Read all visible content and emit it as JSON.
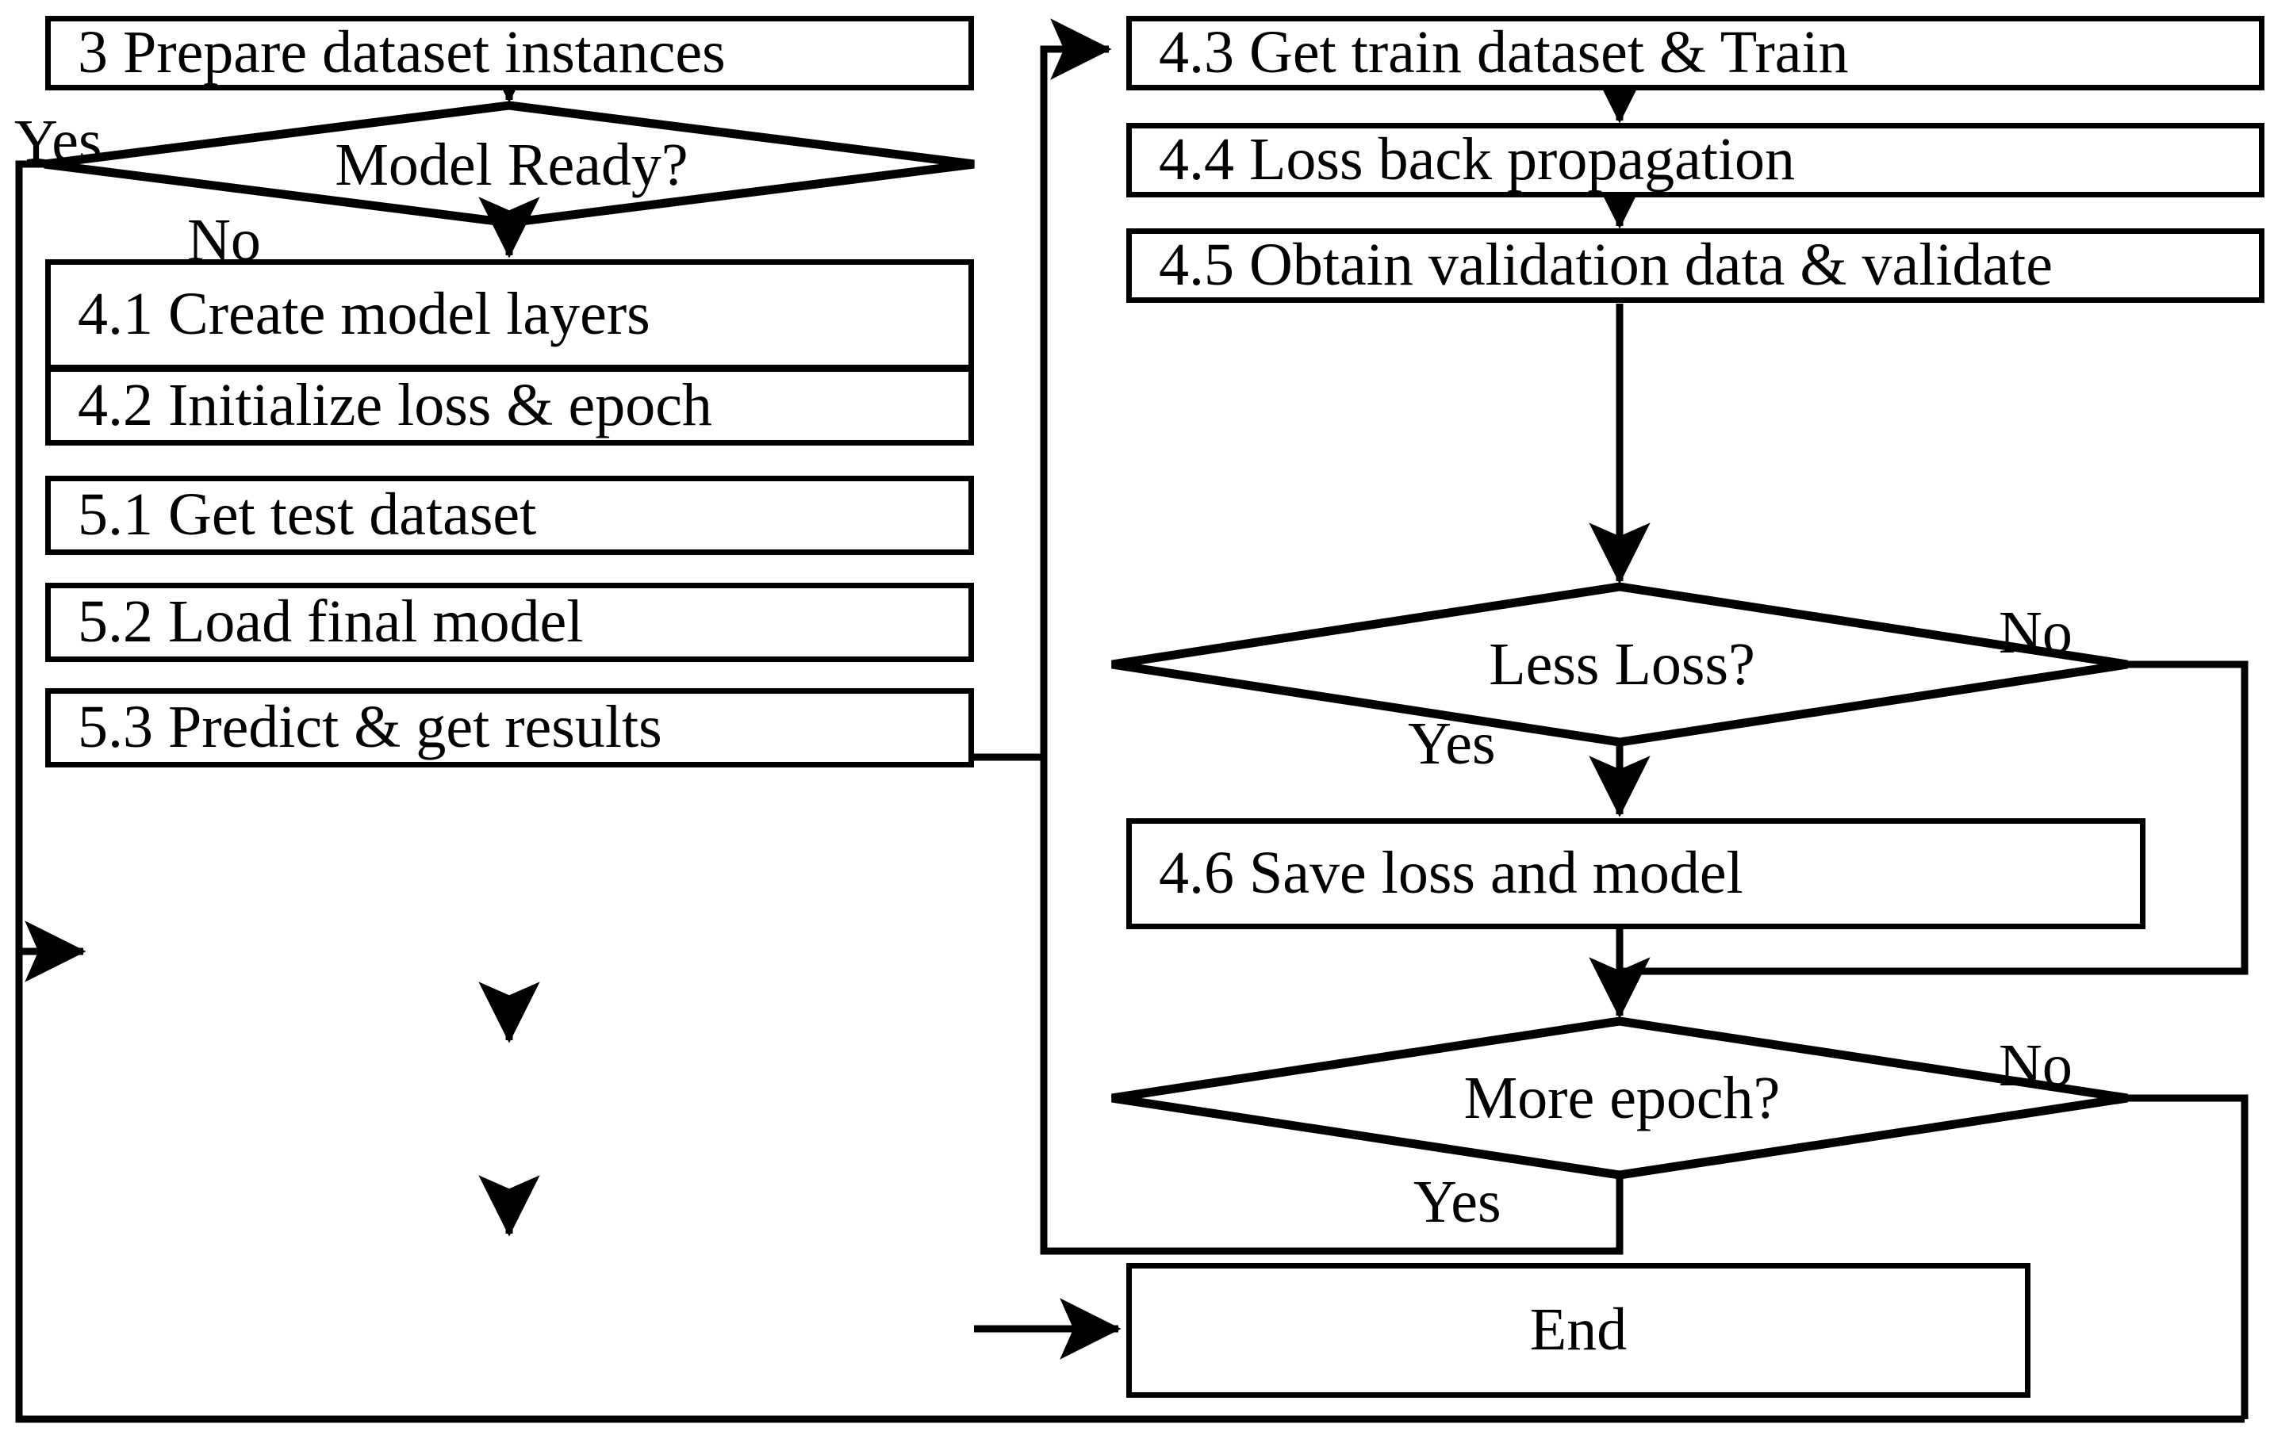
{
  "diagram": {
    "title": "Model training and testing flowchart",
    "stroke_color": "#000000",
    "background_color": "#ffffff",
    "text_color": "#000000"
  },
  "nodes": {
    "prepare_dataset": {
      "label": "3 Prepare dataset instances",
      "shape": "process"
    },
    "model_ready": {
      "label": "Model Ready?",
      "shape": "decision"
    },
    "create_layers": {
      "label": "4.1 Create model layers",
      "shape": "process"
    },
    "init_loss_epoch": {
      "label": "4.2 Initialize loss & epoch",
      "shape": "process"
    },
    "get_test_dataset": {
      "label": "5.1 Get test dataset",
      "shape": "process"
    },
    "load_final_model": {
      "label": "5.2 Load final model",
      "shape": "process"
    },
    "predict_results": {
      "label": "5.3 Predict & get results",
      "shape": "process"
    },
    "get_train_train": {
      "label": "4.3 Get train dataset & Train",
      "shape": "process"
    },
    "loss_backprop": {
      "label": "4.4 Loss back propagation",
      "shape": "process"
    },
    "obtain_validate": {
      "label": "4.5 Obtain validation data & validate",
      "shape": "process"
    },
    "less_loss": {
      "label": "Less Loss?",
      "shape": "decision"
    },
    "save_loss_model": {
      "label": "4.6 Save loss and model",
      "shape": "process"
    },
    "more_epoch": {
      "label": "More epoch?",
      "shape": "decision"
    },
    "end": {
      "label": "End",
      "shape": "process"
    }
  },
  "edge_labels": {
    "model_ready_yes": "Yes",
    "model_ready_no": "No",
    "less_loss_no": "No",
    "less_loss_yes": "Yes",
    "more_epoch_no": "No",
    "more_epoch_yes": "Yes"
  }
}
